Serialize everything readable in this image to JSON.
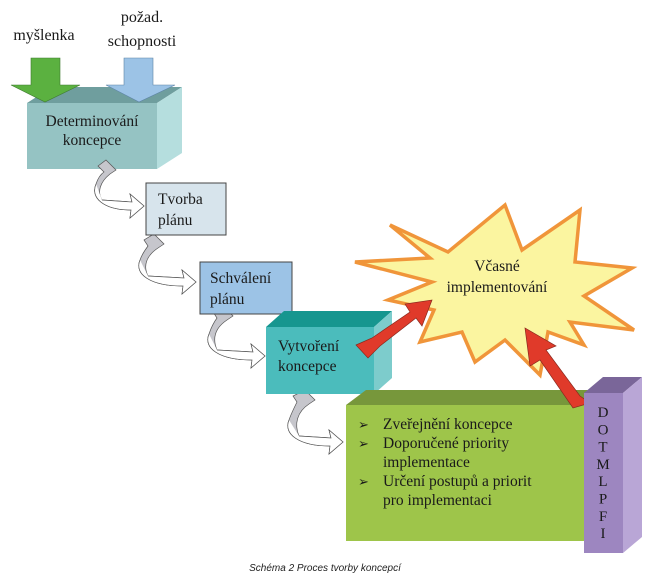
{
  "inputs": [
    {
      "label": "myšlenka",
      "color": "#5bb140"
    },
    {
      "label_lines": [
        "požad.",
        "schopnosti"
      ],
      "color": "#9cc3e6"
    }
  ],
  "steps": [
    {
      "id": "determinovani",
      "lines": [
        "Determinování",
        "koncepce"
      ],
      "style": "3d-box",
      "front": "#95c3c3",
      "top": "#6f9e9e",
      "side": "#b5dede"
    },
    {
      "id": "tvorba",
      "lines": [
        "Tvorba",
        "plánu"
      ],
      "style": "flat-box",
      "fill": "#d7e4ec"
    },
    {
      "id": "schvaleni",
      "lines": [
        "Schválení",
        "plánu"
      ],
      "style": "flat-box",
      "fill": "#9cc3e6"
    },
    {
      "id": "vytvoreni",
      "lines": [
        "Vytvoření",
        "koncepce"
      ],
      "style": "3d-box",
      "front": "#4bbcbc",
      "top": "#16968f",
      "side": "#7dcccc"
    },
    {
      "id": "publikace",
      "style": "3d-box",
      "front": "#9ec54a",
      "top": "#77973b",
      "side": "#9ec54a",
      "bullets": [
        [
          "Zveřejnění koncepce"
        ],
        [
          "Doporučené priority",
          "implementace"
        ],
        [
          "Určení postupů a priorit",
          "pro implementaci"
        ]
      ]
    }
  ],
  "dotmlpfi": {
    "letters": [
      "D",
      "O",
      "T",
      "M",
      "L",
      "P",
      "F",
      "I"
    ],
    "front": "#9d86c0",
    "top": "#7a6699",
    "side": "#b9a6d6"
  },
  "goal": {
    "lines": [
      "Včasné",
      "implementování"
    ],
    "fill": "#fbf5a0",
    "stroke": "#f0953a"
  },
  "arrow_color": "#e03a2a",
  "bullet_glyph": "➢",
  "caption": "Schéma 2 Proces tvorby koncepcí"
}
